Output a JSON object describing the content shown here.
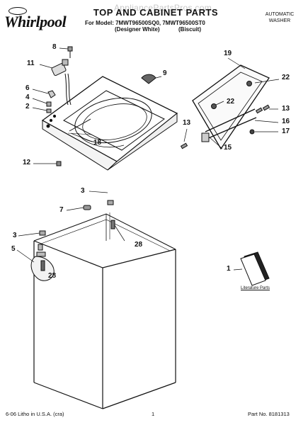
{
  "header": {
    "brand": "Whirlpool",
    "watermark": "AppliancePartsPros.com",
    "title": "TOP AND CABINET PARTS",
    "model_line": "For Model: 7MWT96500SQ0, 7MWT96500ST0",
    "variant_left": "(Designer White)",
    "variant_right": "(Biscuit)",
    "product_type_line1": "AUTOMATIC",
    "product_type_line2": "WASHER"
  },
  "callouts": {
    "c8": "8",
    "c11": "11",
    "c6": "6",
    "c4": "4",
    "c2": "2",
    "c12": "12",
    "c9": "9",
    "c18": "18",
    "c19": "19",
    "c22a": "22",
    "c22b": "22",
    "c13a": "13",
    "c13b": "13",
    "c16": "16",
    "c17": "17",
    "c15": "15",
    "c3a": "3",
    "c7": "7",
    "c3b": "3",
    "c5": "5",
    "c28a": "28",
    "c28b": "28",
    "c1": "1"
  },
  "literature_label": "Literature Parts",
  "footer": {
    "left": "6-06 Litho in U.S.A. (cra)",
    "center": "1",
    "right": "Part No. 8181313"
  }
}
